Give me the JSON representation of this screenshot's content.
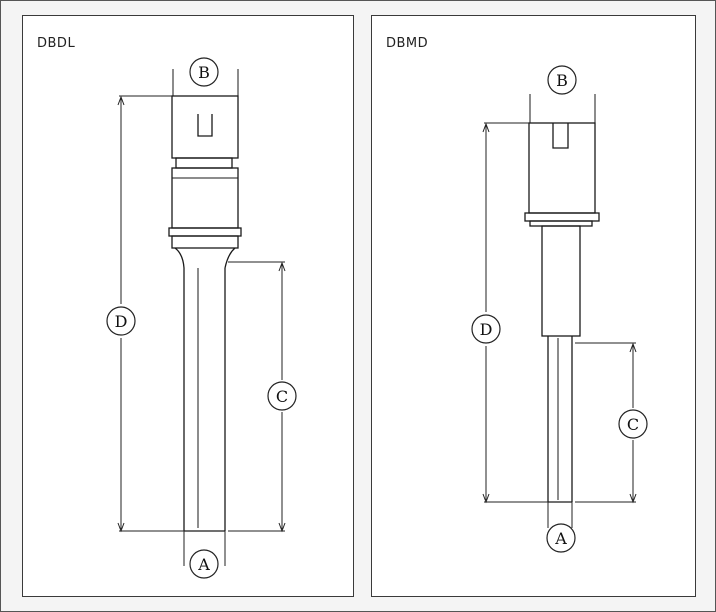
{
  "panels": {
    "left": {
      "title": "DBDL",
      "labels": {
        "a": "A",
        "b": "B",
        "c": "C",
        "d": "D"
      }
    },
    "right": {
      "title": "DBMD",
      "labels": {
        "a": "A",
        "b": "B",
        "c": "C",
        "d": "D"
      }
    }
  }
}
